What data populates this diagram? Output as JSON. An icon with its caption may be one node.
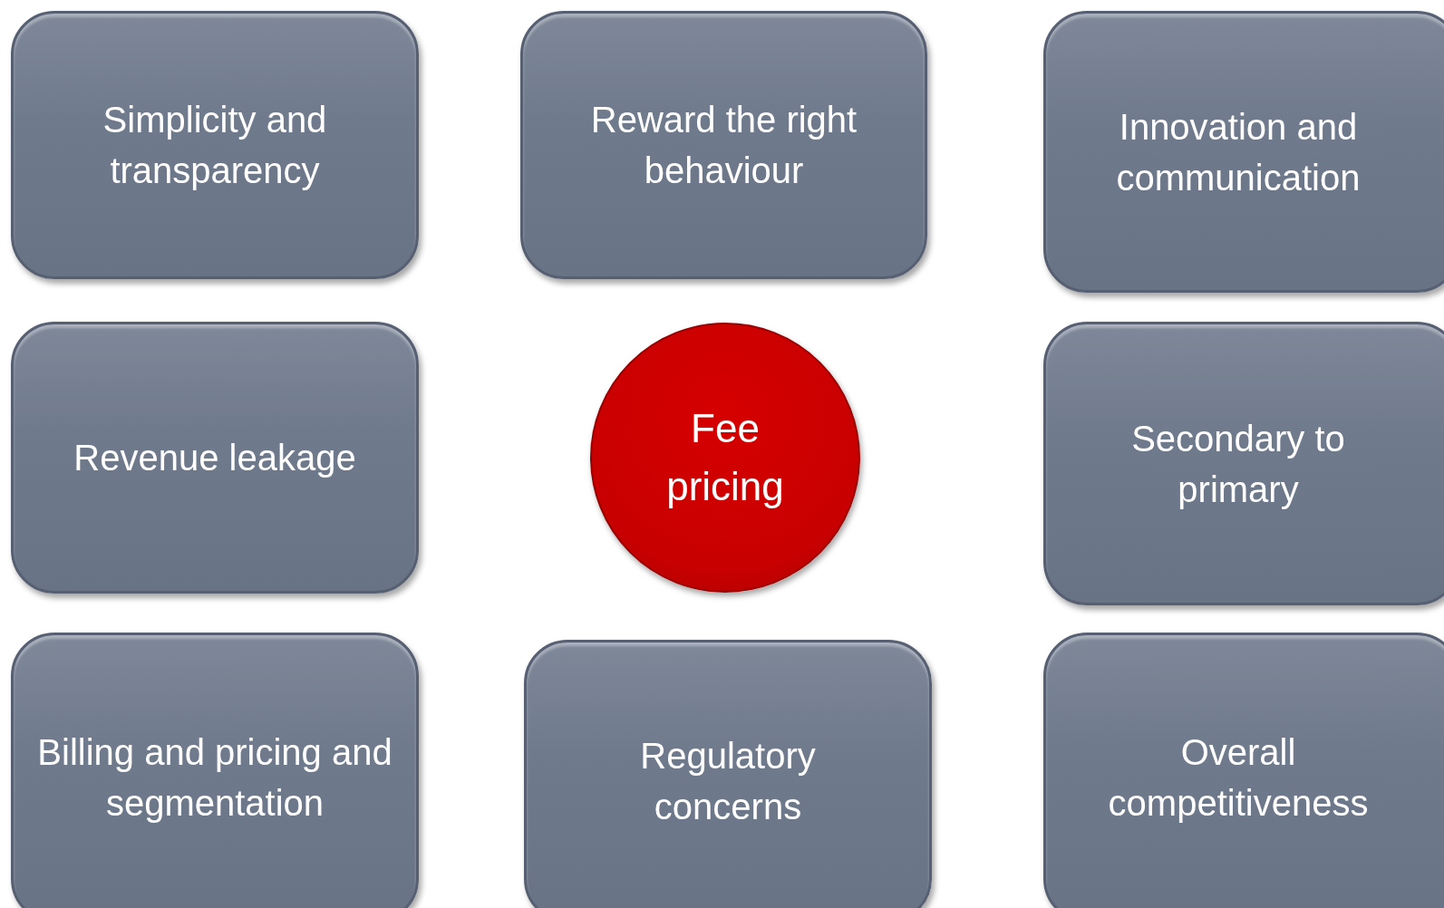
{
  "diagram": {
    "nodes": [
      {
        "text": [
          "Simplicity and transparency"
        ]
      },
      {
        "text": [
          "Reward the right behaviour"
        ]
      },
      {
        "text": [
          "Innovation and communication"
        ]
      },
      {
        "text": [
          "Revenue leakage"
        ]
      },
      {
        "text": [
          "Fee pricing"
        ]
      },
      {
        "text": [
          "Secondary to primary"
        ]
      },
      {
        "text": [
          "Billing and pricing and segmentation"
        ]
      },
      {
        "text": [
          "Regulatory concerns"
        ]
      },
      {
        "text": [
          "Overall competitiveness"
        ]
      }
    ]
  }
}
